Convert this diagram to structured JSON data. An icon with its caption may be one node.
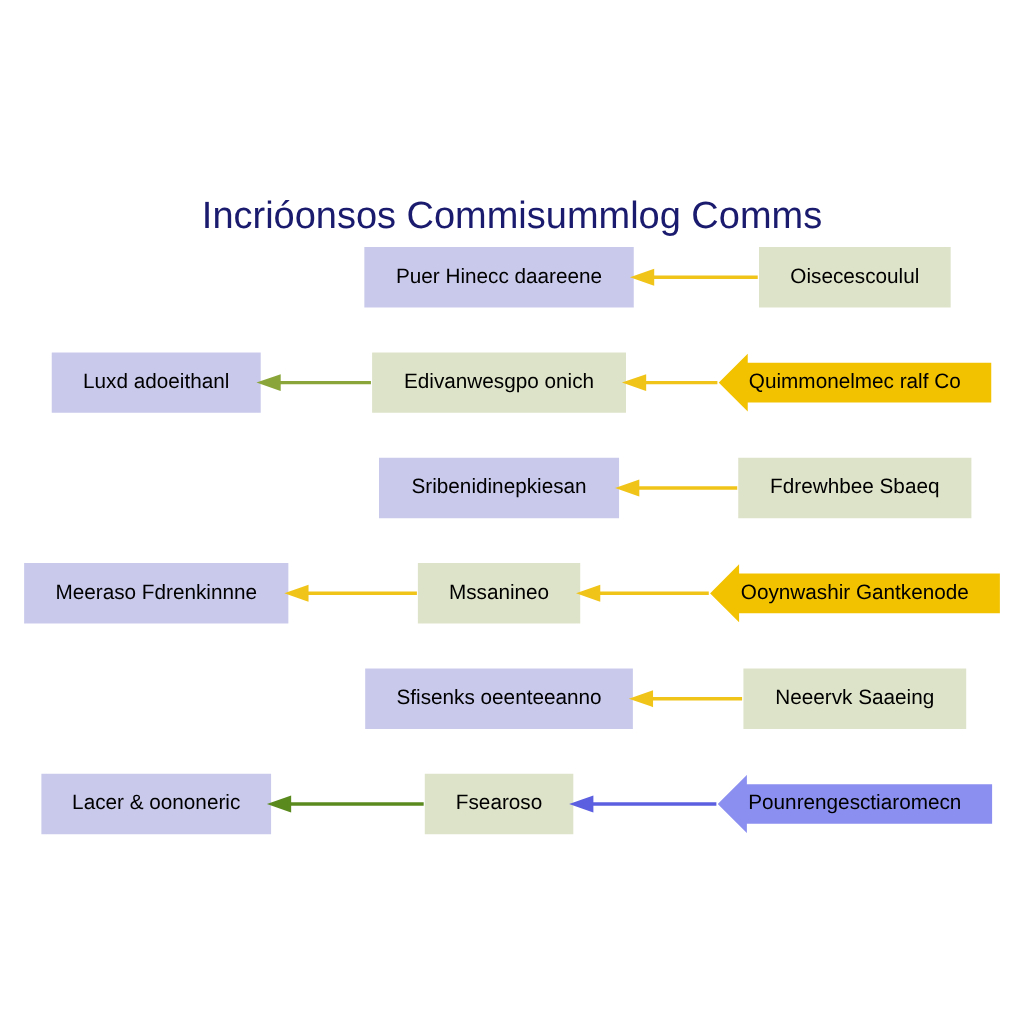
{
  "diagram": {
    "title": "Incrióonsos Commisummlog Comms",
    "nodes": [
      {
        "text": [
          "Lacer & oononeric"
        ]
      },
      {
        "text": [
          "Sfisenks oeenteeanno"
        ]
      },
      {
        "text": [
          "Meeraso Fdrenkinnne"
        ]
      },
      {
        "text": [
          "Sribenidinepkiesan"
        ]
      },
      {
        "text": [
          "Luxd adoeithanl"
        ]
      },
      {
        "text": [
          "Puer Hinecc daareene"
        ]
      },
      {
        "text": [
          "Fsearoso"
        ]
      },
      {
        "text": [
          "Neeervk Saaeing"
        ]
      },
      {
        "text": [
          "Mssanineo"
        ]
      },
      {
        "text": [
          "Fdrewhbee Sbaeq"
        ]
      },
      {
        "text": [
          "Edivanwesgpo onich"
        ]
      },
      {
        "text": [
          "Oisecescoulul"
        ]
      },
      {
        "text": [
          "Pounrengesctiaromecn"
        ]
      },
      {
        "text": [
          "Ooynwashir Gantkenode"
        ]
      },
      {
        "text": [
          "Quimmonelmec ralf Co"
        ]
      }
    ],
    "edges": [
      {
        "from": 6,
        "to": 0,
        "arrow": "to",
        "color": "#5a8a1e"
      },
      {
        "from": 7,
        "to": 1,
        "arrow": "to"
      },
      {
        "from": 8,
        "to": 2,
        "arrow": "to"
      },
      {
        "from": 9,
        "to": 3,
        "arrow": "to"
      },
      {
        "from": 10,
        "to": 4,
        "arrow": "to",
        "color": "#8aa63a"
      },
      {
        "from": 11,
        "to": 5,
        "arrow": "to"
      },
      {
        "from": 12,
        "to": 6,
        "arrow": "to",
        "color": "#5b5fe0"
      },
      {
        "from": 13,
        "to": 8,
        "arrow": "to"
      },
      {
        "from": 14,
        "to": 10,
        "arrow": "to"
      }
    ]
  }
}
